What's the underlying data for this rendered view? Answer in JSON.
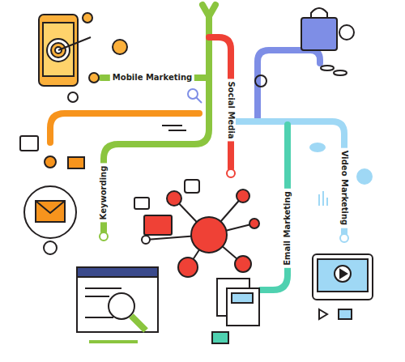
{
  "diagram": {
    "labels": [
      "Mobile Marketing",
      "Social Media",
      "Keywording",
      "Email Marketing",
      "Video Marketing"
    ]
  }
}
